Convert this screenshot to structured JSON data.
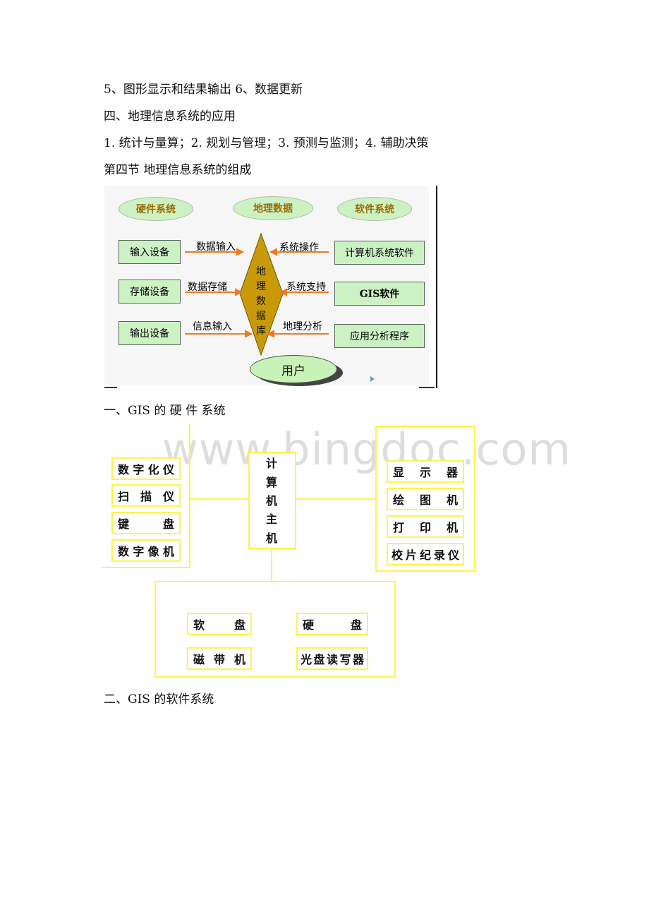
{
  "text": {
    "line1": "5、图形显示和结果输出 6、数据更新",
    "line2": "四、地理信息系统的应用",
    "line3": "1. 统计与量算；2. 规划与管理；3. 预测与监测；4. 辅助决策",
    "line4": "第四节 地理信息系统的组成",
    "line5": "一、GIS 的 硬 件 系统",
    "line6": "二、GIS 的软件系统"
  },
  "diagram1": {
    "headers": [
      "硬件系统",
      "地理数据",
      "软件系统"
    ],
    "left_boxes": [
      "输入设备",
      "存储设备",
      "输出设备"
    ],
    "left_arrows": [
      "数据输入",
      "数据存储",
      "信息输入"
    ],
    "center_chars": [
      "地",
      "理",
      "数",
      "据",
      "库"
    ],
    "right_arrows": [
      "系统操作",
      "系统支持",
      "地理分析"
    ],
    "right_boxes": [
      "计算机系统软件",
      "GIS软件",
      "应用分析程序"
    ],
    "user": "用户",
    "colors": {
      "green": "#ccf2c4",
      "diamond": "#c89a0a",
      "arrow": "#f07820",
      "header_text": "#9a6b00"
    }
  },
  "diagram2": {
    "input_devices": [
      [
        "数",
        "字",
        "化",
        "仪"
      ],
      [
        "扫",
        "描",
        "仪"
      ],
      [
        "键",
        "盘"
      ],
      [
        "数",
        "字",
        "像",
        "机"
      ]
    ],
    "host": [
      "计",
      "算",
      "机",
      "主",
      "机"
    ],
    "output_devices": [
      [
        "显",
        "示",
        "器"
      ],
      [
        "绘",
        "图",
        "机"
      ],
      [
        "打",
        "印",
        "机"
      ],
      [
        "校",
        "片",
        "纪",
        "录",
        "仪"
      ]
    ],
    "storage_devices": [
      [
        "软",
        "盘"
      ],
      [
        "硬",
        "盘"
      ],
      [
        "磁",
        "带",
        "机"
      ],
      [
        "光",
        "盘",
        "读",
        "写",
        "器"
      ]
    ],
    "colors": {
      "border": "#fff34a"
    }
  },
  "watermark": "www.bingdoc.com"
}
